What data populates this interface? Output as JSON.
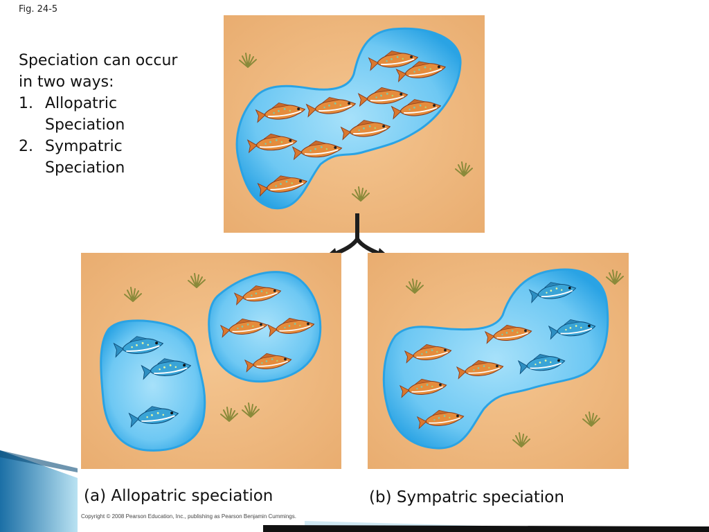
{
  "figure": {
    "label": "Fig. 24-5",
    "intro_lines": [
      "Speciation can occur",
      "in two ways:"
    ],
    "list": [
      {
        "num": "1.",
        "lines": [
          "Allopatric",
          "Speciation"
        ]
      },
      {
        "num": "2.",
        "lines": [
          "Sympatric",
          "Speciation"
        ]
      }
    ]
  },
  "panels": {
    "top": {
      "desc": "ancestral-population"
    },
    "a": {
      "caption": "(a) Allopatric speciation"
    },
    "b": {
      "caption": "(b) Sympatric speciation"
    }
  },
  "colors": {
    "sand": "#eeb57a",
    "water": "#7ccff5",
    "water_edge": "#2aa3e4",
    "orange_fish": "#e0893a",
    "blue_fish": "#3ea6d8",
    "arrow": "#1e1e1e"
  },
  "copyright": "Copyright © 2008 Pearson Education, Inc., publishing as Pearson Benjamin Cummings."
}
